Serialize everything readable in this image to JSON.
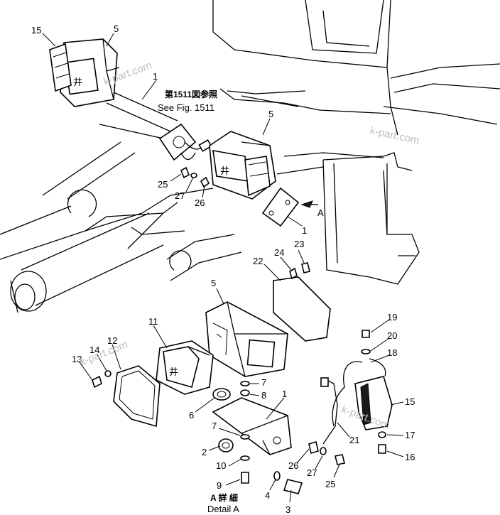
{
  "callouts": {
    "n15a": "15",
    "n5a": "5",
    "n1a": "1",
    "n5b": "5",
    "n25a": "25",
    "n27a": "27",
    "n26a": "26",
    "n1b": "1",
    "nA": "A",
    "n24": "24",
    "n23": "23",
    "n22": "22",
    "n5c": "5",
    "n11": "11",
    "n12": "12",
    "n14": "14",
    "n13": "13",
    "n7a": "7",
    "n8": "8",
    "n1c": "1",
    "n6": "6",
    "n7b": "7",
    "n2": "2",
    "n10": "10",
    "n9": "9",
    "n4": "4",
    "n3": "3",
    "n19": "19",
    "n20": "20",
    "n18": "18",
    "n15b": "15",
    "n17": "17",
    "n16": "16",
    "n21": "21",
    "n26b": "26",
    "n27b": "27",
    "n25b": "25"
  },
  "reference": {
    "jp": "第1511図参照",
    "en": "See Fig. 1511"
  },
  "detail": {
    "jp": "A 詳 細",
    "en": "Detail A"
  },
  "watermarks": [
    "k-part.com",
    "k-part.com",
    "k-part.com",
    "k-part.com"
  ],
  "lamp_face_glyph": "井"
}
